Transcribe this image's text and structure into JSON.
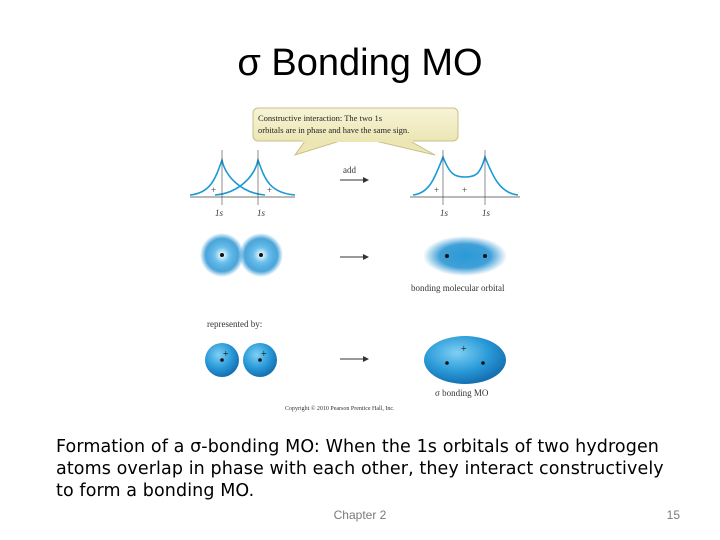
{
  "slide": {
    "title": "σ Bonding MO",
    "caption": "Formation of a σ-bonding MO: When the 1s orbitals of two hydrogen atoms overlap in phase with each other, they interact constructively to form a bonding MO.",
    "chapter": "Chapter 2",
    "page": "15"
  },
  "figure": {
    "callout_line1": "Constructive interaction: The two 1s",
    "callout_line2": "orbitals are in phase and have the same sign.",
    "add_label": "add",
    "plus": "+",
    "orbital_label": "1s",
    "bonding_label": "bonding molecular orbital",
    "represented_by": "represented by:",
    "sigma_label": "σ bonding MO",
    "copyright": "Copyright © 2010 Pearson Prentice Hall, Inc."
  },
  "colors": {
    "curve": "#1a9ad6",
    "orbital": "#1f8fd0",
    "callout_bg": "#f3efc6"
  }
}
